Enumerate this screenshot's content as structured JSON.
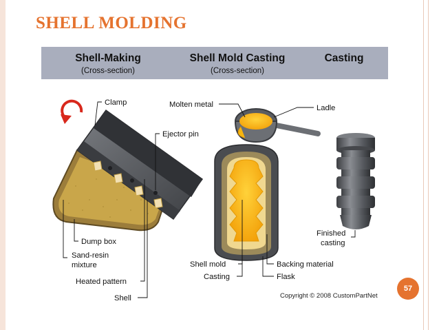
{
  "slide": {
    "title": "SHELL MOLDING",
    "page_number": "57",
    "copyright": "Copyright © 2008 CustomPartNet"
  },
  "columns": [
    {
      "heading": "Shell-Making",
      "subheading": "(Cross-section)"
    },
    {
      "heading": "Shell Mold Casting",
      "subheading": "(Cross-section)"
    },
    {
      "heading": "Casting",
      "subheading": ""
    }
  ],
  "labels": {
    "clamp": "Clamp",
    "ejector_pin": "Ejector pin",
    "dump_box": "Dump box",
    "sand_resin_1": "Sand-resin",
    "sand_resin_2": "mixture",
    "heated_pattern": "Heated pattern",
    "shell": "Shell",
    "molten_metal": "Molten metal",
    "ladle": "Ladle",
    "shell_mold": "Shell mold",
    "casting": "Casting",
    "backing_material": "Backing material",
    "flask": "Flask",
    "finished_casting_1": "Finished",
    "finished_casting_2": "casting"
  },
  "colors": {
    "accent": "#e5732f",
    "header_band": "#a9aebd",
    "sand": "#c9a64a",
    "metal": "#f7b50f",
    "steel": "#55585d"
  },
  "icons": [
    "rotate-arrow-icon"
  ]
}
